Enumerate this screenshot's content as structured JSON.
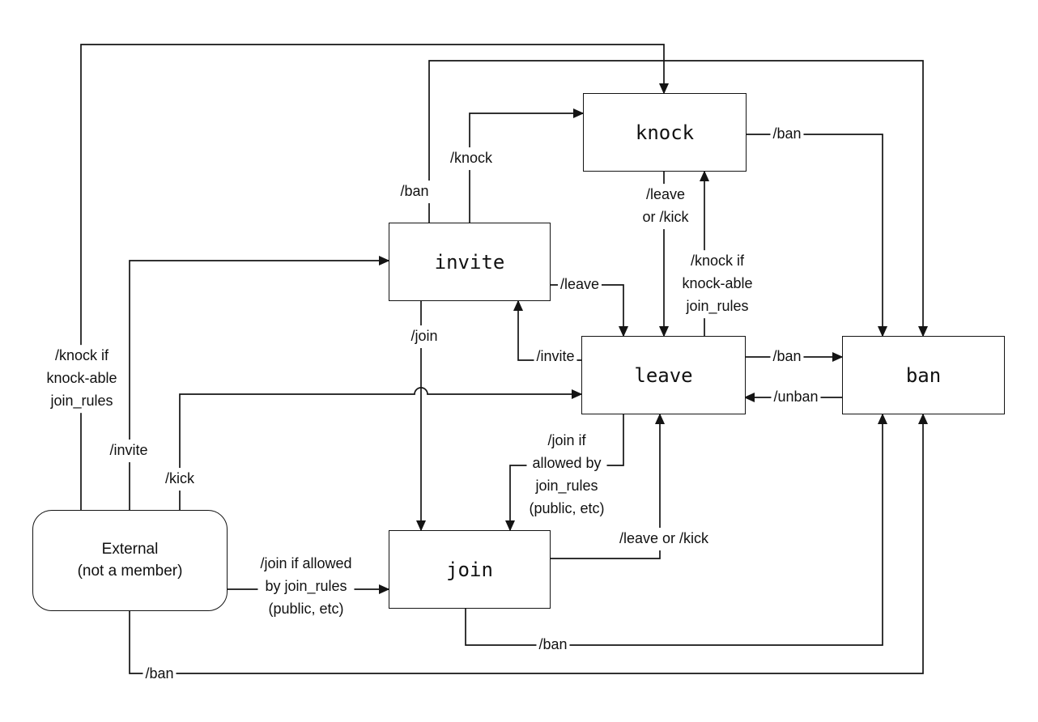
{
  "diagram": {
    "nodes": {
      "knock": {
        "label": "knock"
      },
      "invite": {
        "label": "invite"
      },
      "leave": {
        "label": "leave"
      },
      "ban": {
        "label": "ban"
      },
      "join": {
        "label": "join"
      },
      "external": {
        "label": "External\n(not a member)"
      }
    },
    "edge_labels": {
      "external_knock": "/knock if\nknock-able\njoin_rules",
      "external_invite": "/invite",
      "external_kick": "/kick",
      "external_join": "/join if allowed\nby join_rules\n(public, etc)",
      "external_ban": "/ban",
      "invite_knock": "/knock",
      "invite_ban": "/ban",
      "invite_leave": "/leave",
      "invite_join": "/join",
      "knock_leave": "/leave\nor /kick",
      "knock_ban": "/ban",
      "leave_knock": "/knock if\nknock-able\njoin_rules",
      "leave_invite": "/invite",
      "leave_ban": "/ban",
      "leave_join": "/join if\nallowed by\njoin_rules\n(public, etc)",
      "ban_unban": "/unban",
      "join_leave": "/leave or /kick",
      "join_ban": "/ban"
    },
    "colors": {
      "stroke": "#141414",
      "background": "#ffffff"
    }
  }
}
